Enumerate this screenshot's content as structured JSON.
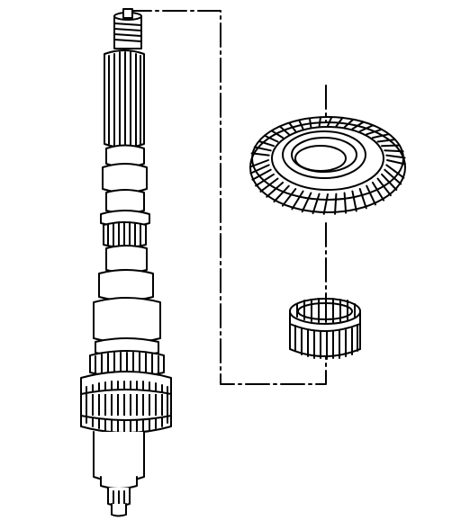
{
  "diagram": {
    "components": [
      {
        "id": "shaft",
        "name": "gear-shaft"
      },
      {
        "id": "helical_gear",
        "name": "helical-gear"
      },
      {
        "id": "needle_bearing",
        "name": "needle-roller-bearing"
      }
    ],
    "connectors": [
      {
        "from": "shaft",
        "to": "needle_bearing",
        "style": "dash-dot"
      },
      {
        "from": "helical_gear",
        "to": "needle_bearing",
        "style": "dash-dot"
      }
    ],
    "colors": {
      "stroke": "#000000",
      "background": "#ffffff"
    }
  }
}
